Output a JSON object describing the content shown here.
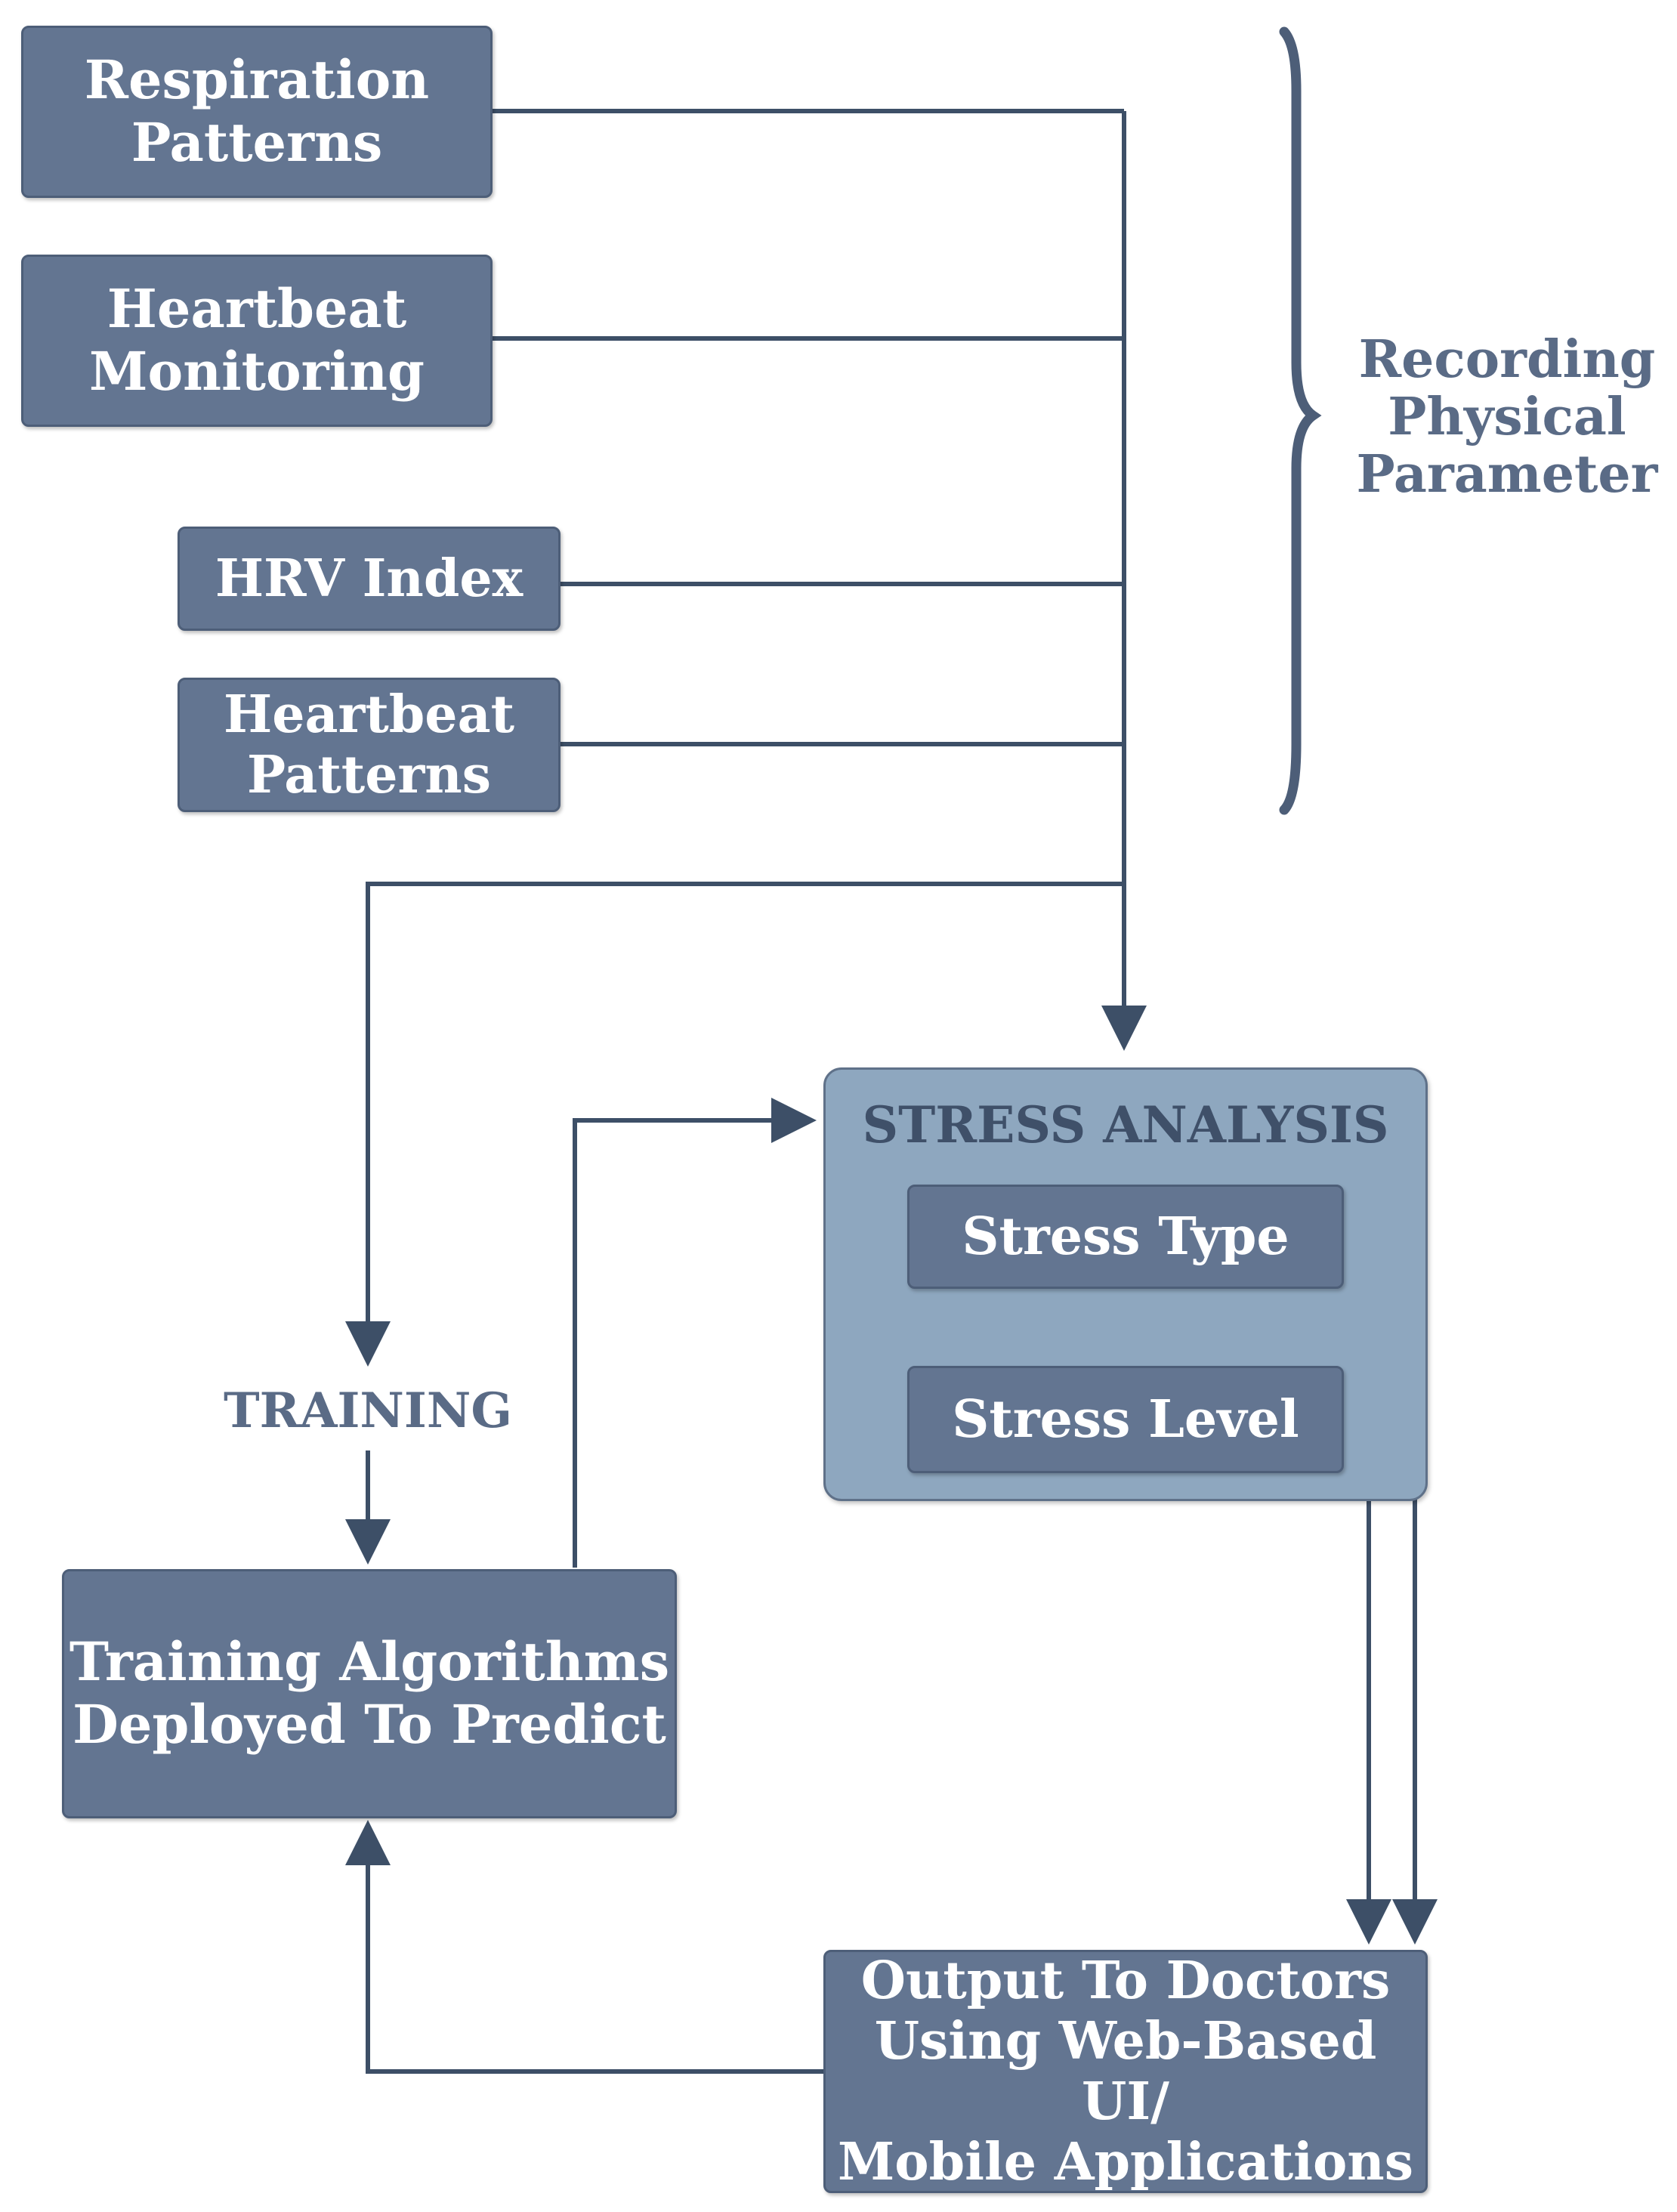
{
  "nodes": {
    "respiration": [
      "Respiration",
      "Patterns"
    ],
    "heartbeat_monitoring": [
      "Heartbeat",
      "Monitoring"
    ],
    "hrv_index": [
      "HRV Index"
    ],
    "heartbeat_patterns": [
      "Heartbeat",
      "Patterns"
    ],
    "stress_analysis": {
      "title": "STRESS ANALYSIS",
      "stress_type": "Stress Type",
      "stress_level": "Stress Level"
    },
    "training_algorithms": [
      "Training Algorithms",
      "Deployed To Predict"
    ],
    "output": [
      "Output To Doctors",
      "Using Web-Based UI/",
      "Mobile Applications"
    ]
  },
  "labels": {
    "recording": [
      "Recording",
      "Physical",
      "Parameter"
    ],
    "training": "TRAINING"
  },
  "colors": {
    "box": "#637591",
    "group": "#8ea7bf",
    "line": "#3d4f67",
    "label": "#5a6b86"
  }
}
